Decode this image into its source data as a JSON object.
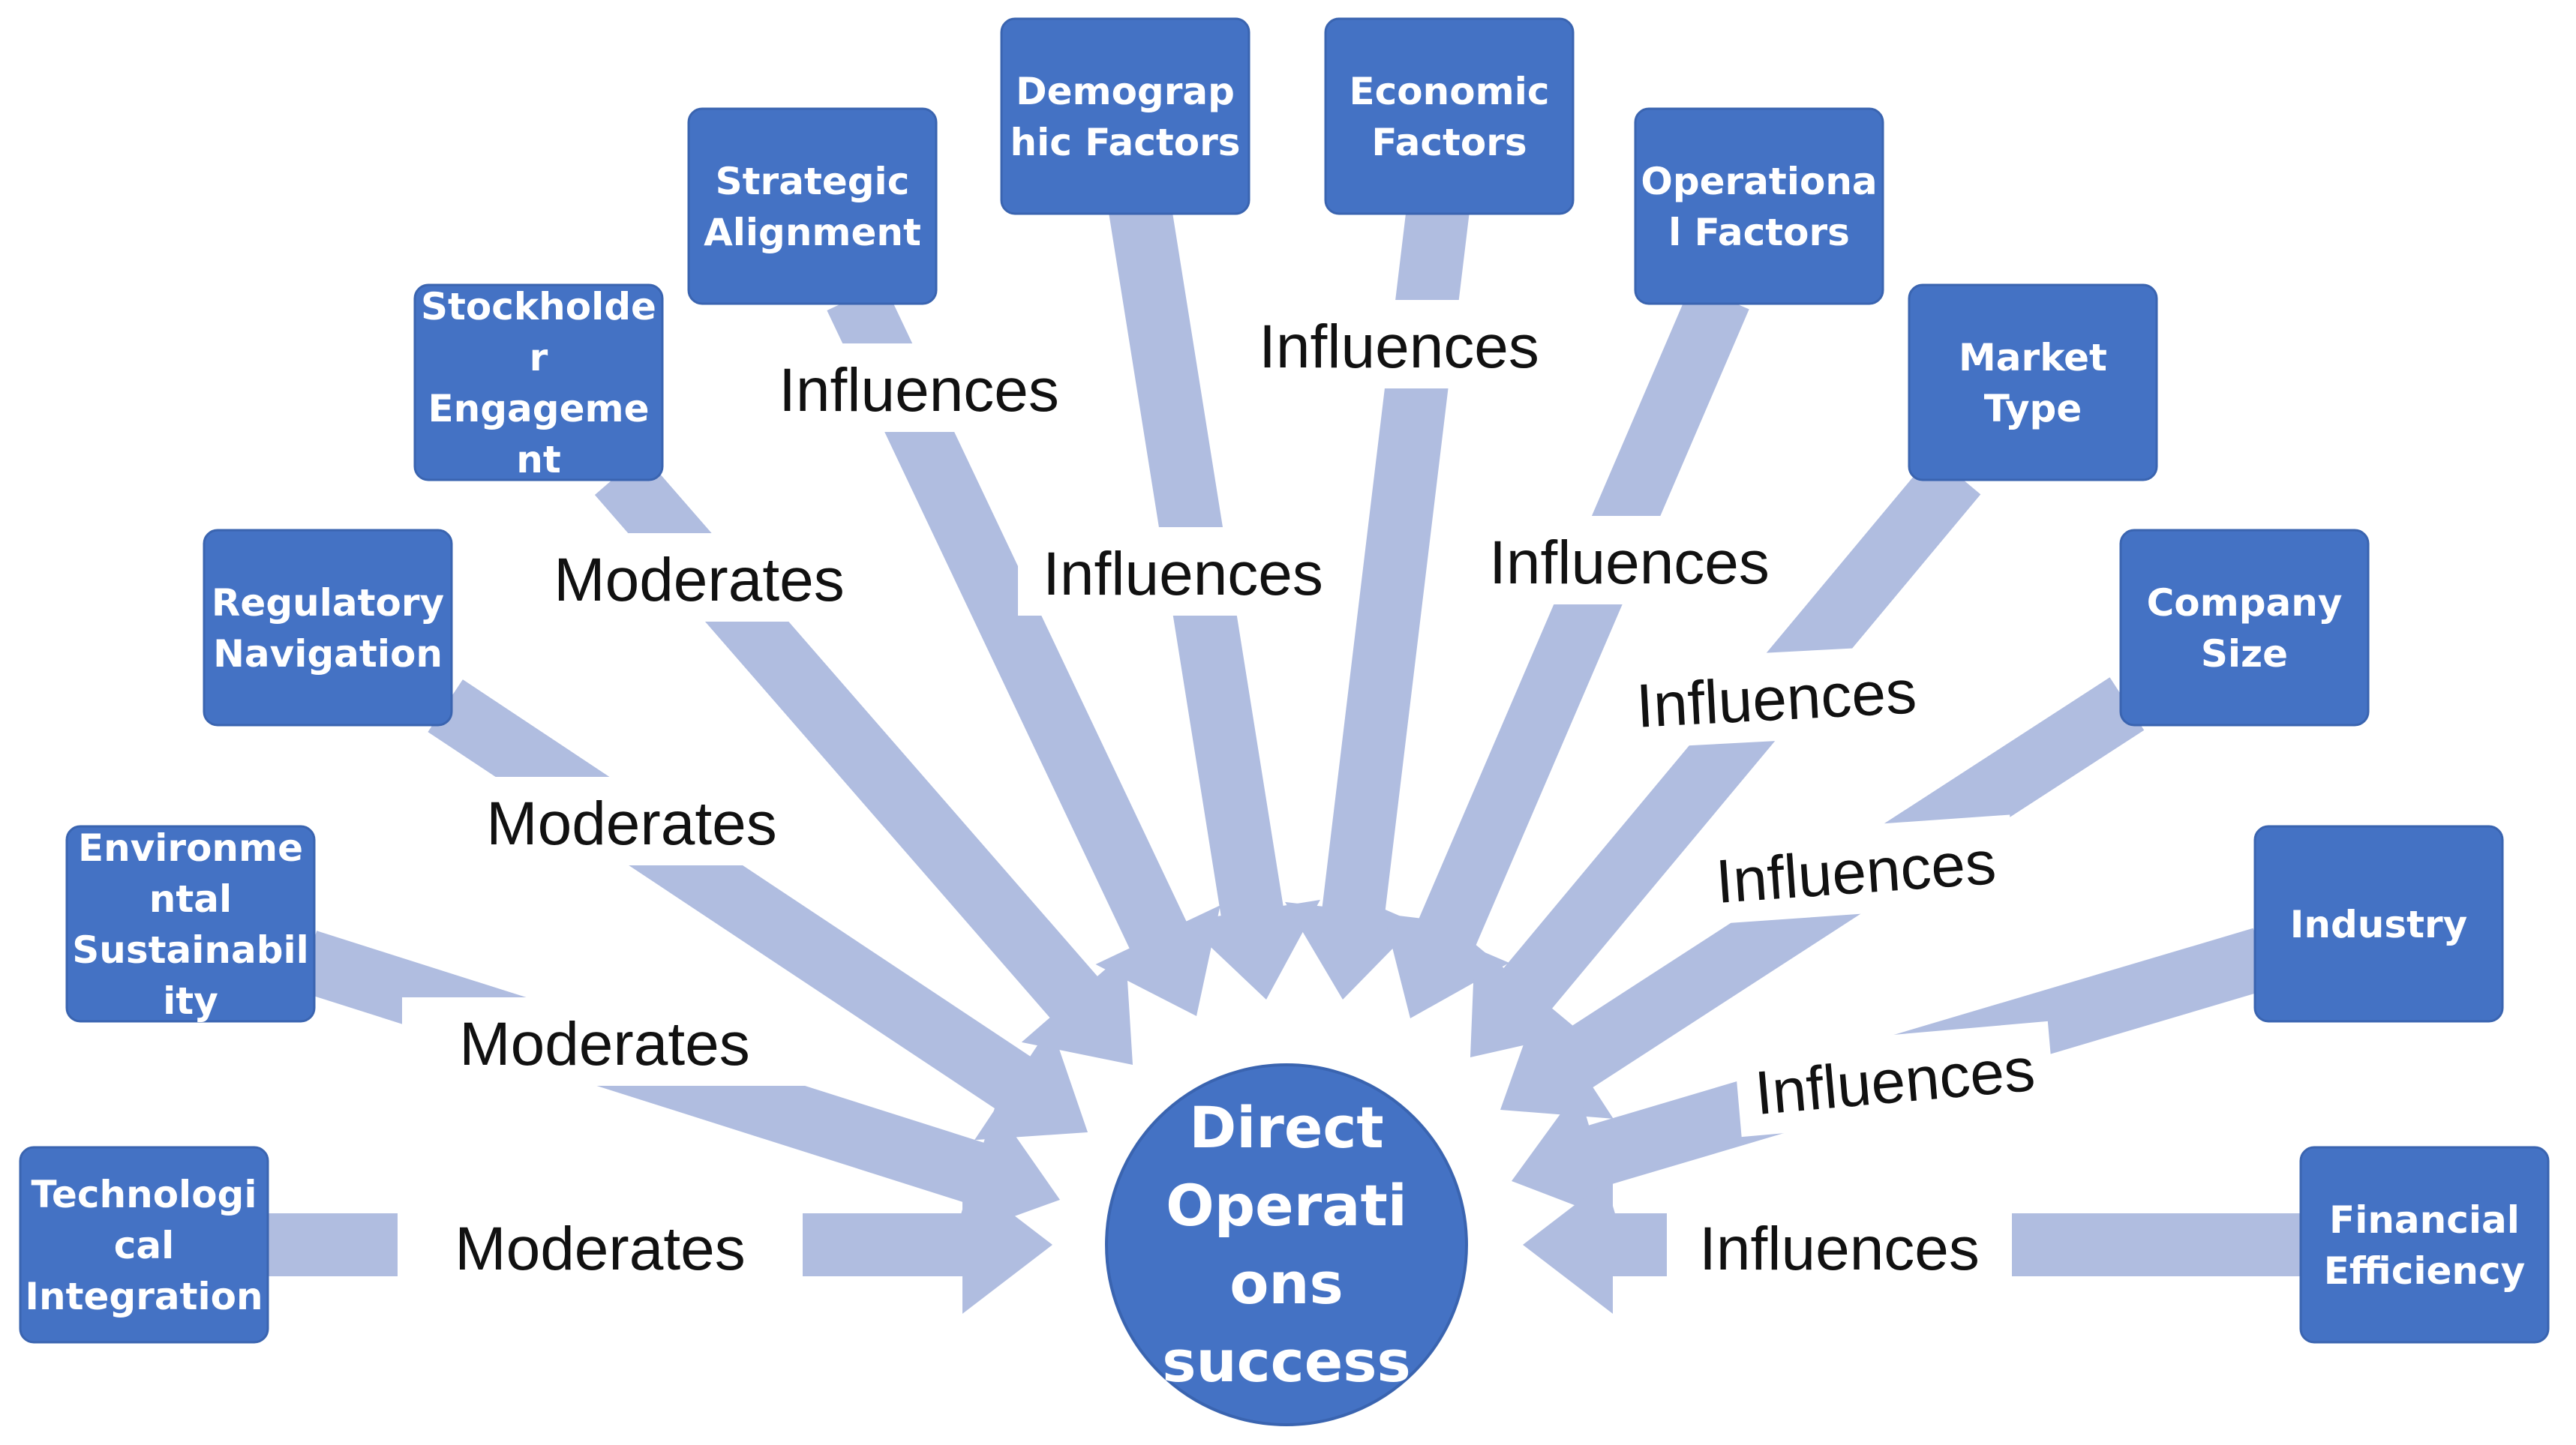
{
  "center": {
    "lines": [
      "Direct",
      "Operati",
      "ons",
      "success"
    ]
  },
  "colors": {
    "box_fill": "#4472C4",
    "arrow_fill": "#B0BDE0",
    "label_text": "#111111",
    "box_text": "#FFFFFF"
  },
  "nodes": [
    {
      "id": "technological-integration",
      "lines": [
        "Technologi",
        "cal",
        "Integration"
      ],
      "relation": "Moderates"
    },
    {
      "id": "environmental-sustainability",
      "lines": [
        "Environme",
        "ntal",
        "Sustainabil",
        "ity"
      ],
      "relation": "Moderates"
    },
    {
      "id": "regulatory-navigation",
      "lines": [
        "Regulatory",
        "Navigation"
      ],
      "relation": "Moderates"
    },
    {
      "id": "stockholder-engagement",
      "lines": [
        "Stockholde",
        "r",
        "Engageme",
        "nt"
      ],
      "relation": "Moderates"
    },
    {
      "id": "strategic-alignment",
      "lines": [
        "Strategic",
        "Alignment"
      ],
      "relation": "Influences"
    },
    {
      "id": "demographic-factors",
      "lines": [
        "Demograp",
        "hic Factors"
      ],
      "relation": "Influences"
    },
    {
      "id": "economic-factors",
      "lines": [
        "Economic",
        "Factors"
      ],
      "relation": "Influences"
    },
    {
      "id": "operational-factors",
      "lines": [
        "Operationa",
        "l Factors"
      ],
      "relation": "Influences"
    },
    {
      "id": "market-type",
      "lines": [
        "Market",
        "Type"
      ],
      "relation": "Influences"
    },
    {
      "id": "company-size",
      "lines": [
        "Company",
        "Size"
      ],
      "relation": "Influences"
    },
    {
      "id": "industry",
      "lines": [
        "Industry"
      ],
      "relation": "Influences"
    },
    {
      "id": "financial-efficiency",
      "lines": [
        "Financial",
        "Efficiency"
      ],
      "relation": "Influences"
    }
  ]
}
